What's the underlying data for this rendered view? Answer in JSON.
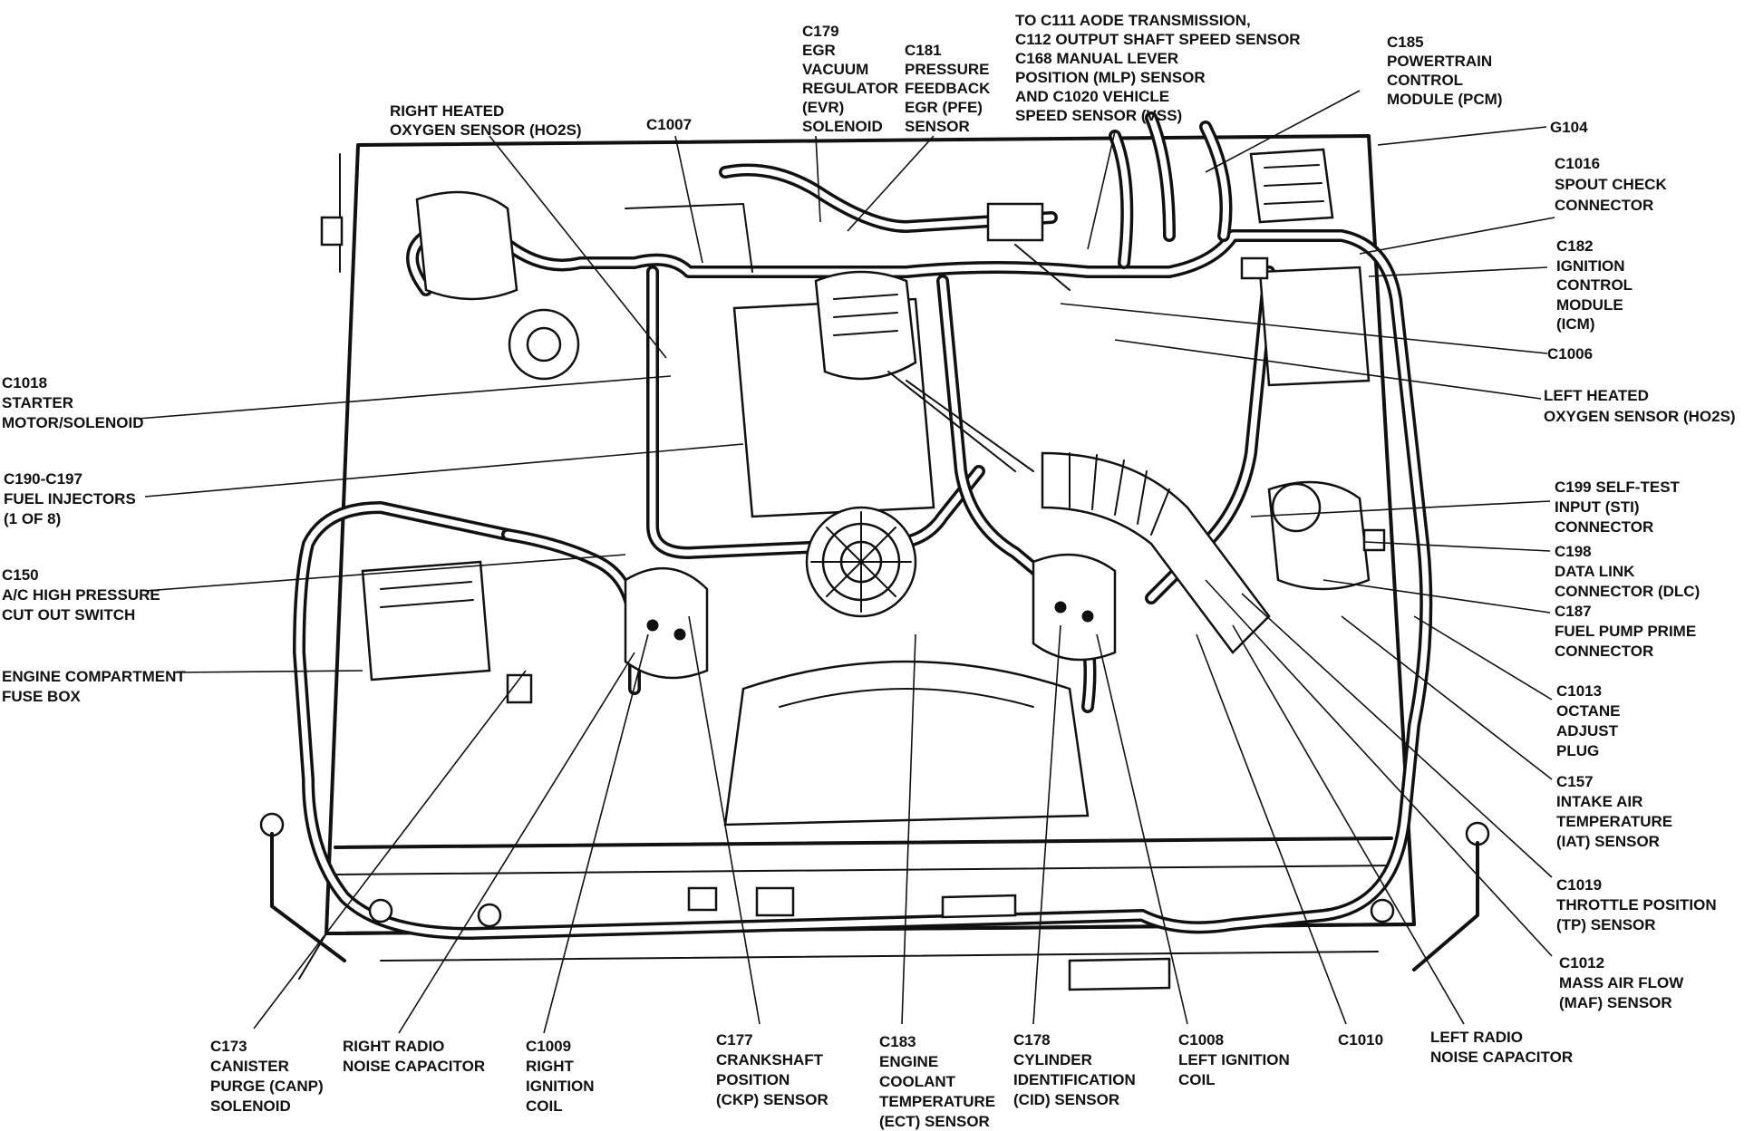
{
  "callouts": [
    {
      "id": "c179",
      "lines": [
        "C179",
        "EGR",
        "VACUUM",
        "REGULATOR",
        "(EVR)",
        "SOLENOID"
      ]
    },
    {
      "id": "c181",
      "lines": [
        "C181",
        "PRESSURE",
        "FEEDBACK",
        "EGR (PFE)",
        "SENSOR"
      ]
    },
    {
      "id": "c111",
      "lines": [
        "TO C111 AODE TRANSMISSION,",
        "C112 OUTPUT SHAFT SPEED SENSOR",
        "C168 MANUAL LEVER",
        "POSITION (MLP) SENSOR",
        "AND C1020 VEHICLE",
        "SPEED SENSOR (VSS)"
      ]
    },
    {
      "id": "c185",
      "lines": [
        "C185",
        "POWERTRAIN",
        "CONTROL",
        "MODULE (PCM)"
      ]
    },
    {
      "id": "g104",
      "lines": [
        "G104"
      ]
    },
    {
      "id": "rho2s",
      "lines": [
        "RIGHT HEATED",
        "OXYGEN SENSOR (HO2S)"
      ]
    },
    {
      "id": "c1007",
      "lines": [
        "C1007"
      ]
    },
    {
      "id": "c1016",
      "lines": [
        "C1016",
        "SPOUT CHECK",
        "CONNECTOR"
      ]
    },
    {
      "id": "c182",
      "lines": [
        "C182",
        "IGNITION",
        "CONTROL",
        "MODULE",
        "(ICM)"
      ]
    },
    {
      "id": "c1006",
      "lines": [
        "C1006"
      ]
    },
    {
      "id": "lho2s",
      "lines": [
        "LEFT HEATED",
        "OXYGEN SENSOR (HO2S)"
      ]
    },
    {
      "id": "c1018",
      "lines": [
        "C1018",
        "STARTER",
        "MOTOR/SOLENOID"
      ]
    },
    {
      "id": "c190",
      "lines": [
        "C190-C197",
        "FUEL INJECTORS",
        "(1 OF 8)"
      ]
    },
    {
      "id": "c150",
      "lines": [
        "C150",
        "A/C HIGH PRESSURE",
        "CUT OUT SWITCH"
      ]
    },
    {
      "id": "fusebox",
      "lines": [
        "ENGINE COMPARTMENT",
        "FUSE BOX"
      ]
    },
    {
      "id": "c199",
      "lines": [
        "C199 SELF-TEST",
        "INPUT (STI)",
        "CONNECTOR"
      ]
    },
    {
      "id": "c198",
      "lines": [
        "C198",
        "DATA LINK",
        "CONNECTOR (DLC)"
      ]
    },
    {
      "id": "c187",
      "lines": [
        "C187",
        "FUEL PUMP PRIME",
        "CONNECTOR"
      ]
    },
    {
      "id": "c1013",
      "lines": [
        "C1013",
        "OCTANE",
        "ADJUST",
        "PLUG"
      ]
    },
    {
      "id": "c157",
      "lines": [
        "C157",
        "INTAKE AIR",
        "TEMPERATURE",
        "(IAT) SENSOR"
      ]
    },
    {
      "id": "c1019",
      "lines": [
        "C1019",
        "THROTTLE POSITION",
        "(TP) SENSOR"
      ]
    },
    {
      "id": "c1012",
      "lines": [
        "C1012",
        "MASS AIR FLOW",
        "(MAF)  SENSOR"
      ]
    },
    {
      "id": "c173",
      "lines": [
        "C173",
        "CANISTER",
        "PURGE (CANP)",
        "SOLENOID"
      ]
    },
    {
      "id": "rrnc",
      "lines": [
        "RIGHT RADIO",
        "NOISE CAPACITOR"
      ]
    },
    {
      "id": "c1009",
      "lines": [
        "C1009",
        "RIGHT",
        "IGNITION",
        "COIL"
      ]
    },
    {
      "id": "c177",
      "lines": [
        "C177",
        "CRANKSHAFT",
        "POSITION",
        "(CKP) SENSOR"
      ]
    },
    {
      "id": "c183",
      "lines": [
        "C183",
        "ENGINE",
        "COOLANT",
        "TEMPERATURE",
        "(ECT) SENSOR"
      ]
    },
    {
      "id": "c178",
      "lines": [
        "C178",
        "CYLINDER",
        "IDENTIFICATION",
        "(CID) SENSOR"
      ]
    },
    {
      "id": "c1008",
      "lines": [
        "C1008",
        "LEFT IGNITION",
        "COIL"
      ]
    },
    {
      "id": "c1010",
      "lines": [
        "C1010"
      ]
    },
    {
      "id": "lrnc",
      "lines": [
        "LEFT RADIO",
        "NOISE CAPACITOR"
      ]
    }
  ]
}
